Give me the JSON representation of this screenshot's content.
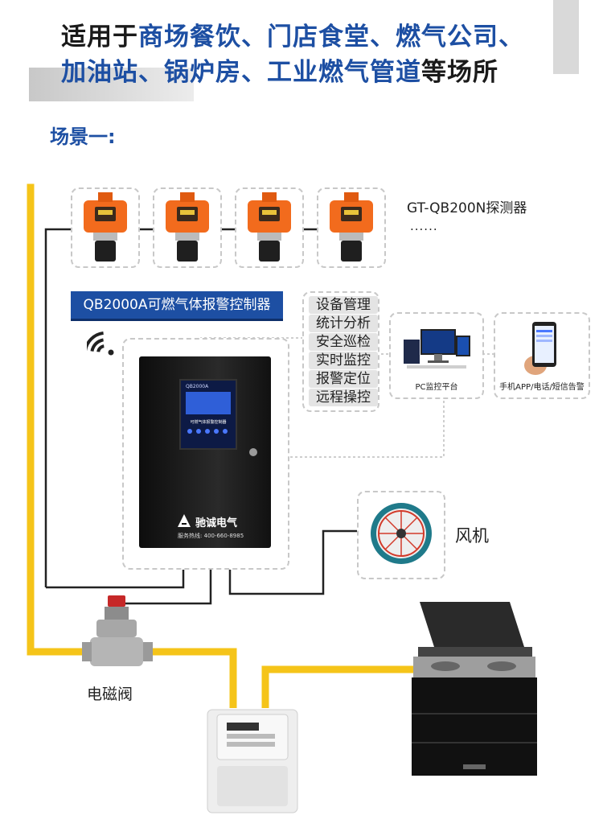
{
  "header": {
    "line1_prefix": "适用于",
    "line1_highlight": "商场餐饮、门店食堂、燃气公司、",
    "line2_highlight": "加油站、锅炉房、工业燃气管道",
    "line2_suffix": "等场所"
  },
  "scene_title": "场景一:",
  "detector": {
    "label": "GT-QB200N探测器",
    "more": "......"
  },
  "controller": {
    "banner": "QB2000A可燃气体报警控制器",
    "model": "QB2000A",
    "panel_caption": "可燃气体报警控制器",
    "brand": "驰诚电气",
    "hotline": "服务热线: 400-660-8985"
  },
  "features": [
    "设备管理",
    "统计分析",
    "安全巡检",
    "实时监控",
    "报警定位",
    "远程操控"
  ],
  "platforms": {
    "pc": "PC监控平台",
    "mobile": "手机APP/电话/短信告警"
  },
  "fan_label": "风机",
  "valve_label": "电磁阀",
  "colors": {
    "accent_blue": "#1d4fa3",
    "pipe_yellow": "#f5c419",
    "detector_orange": "#f26b1d"
  }
}
